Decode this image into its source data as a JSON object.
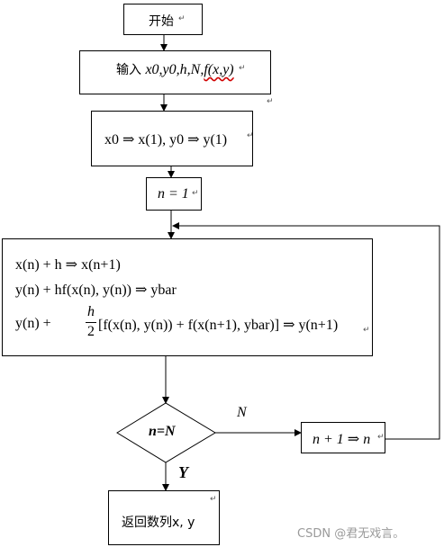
{
  "nodes": {
    "start": "开始",
    "input_prefix": "输入 ",
    "input_vars": "x0,y0,h,N,",
    "input_func": "f(x,y)",
    "init_xy": "x0 ⇒ x(1), y0 ⇒ y(1)",
    "init_n": "n = 1",
    "step_line1": "x(n) + h ⇒ x(n+1)",
    "step_line2": "y(n) + hf(x(n), y(n)) ⇒ ybar",
    "step_line3_pre": "y(n) +",
    "step_frac_num": "h",
    "step_frac_den": "2",
    "step_line3_post": "[f(x(n), y(n)) + f(x(n+1), ybar)] ⇒ y(n+1)",
    "decision": "n=N",
    "increment": "n + 1 ⇒ n",
    "output": "返回数列x, y"
  },
  "edge_labels": {
    "no": "N",
    "yes": "Y"
  },
  "paragraph_mark": "↵",
  "watermark": "CSDN @君无戏言。"
}
